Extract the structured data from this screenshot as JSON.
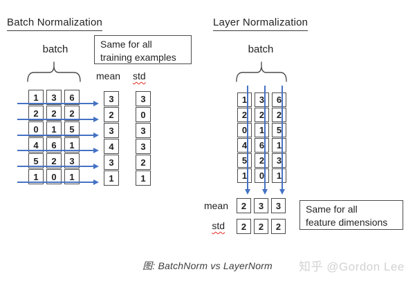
{
  "colors": {
    "arrow_blue": "#4472c4",
    "squiggle_red": "#e0281e",
    "border_gray": "#4a4a4a",
    "watermark_gray": "#d2d2d2"
  },
  "left": {
    "title": "Batch Normalization",
    "batch_label": "batch",
    "note_line1": "Same for all",
    "note_line2": "training examples",
    "mean_label": "mean",
    "std_label": "std",
    "matrix": [
      [
        1,
        3,
        6
      ],
      [
        2,
        2,
        2
      ],
      [
        0,
        1,
        5
      ],
      [
        4,
        6,
        1
      ],
      [
        5,
        2,
        3
      ],
      [
        1,
        0,
        1
      ]
    ],
    "mean": [
      3,
      2,
      3,
      4,
      3,
      1
    ],
    "std": [
      3,
      0,
      3,
      3,
      2,
      1
    ]
  },
  "right": {
    "title": "Layer Normalization",
    "batch_label": "batch",
    "note_line1": "Same for all",
    "note_line2": "feature dimensions",
    "mean_label": "mean",
    "std_label": "std",
    "matrix": [
      [
        1,
        3,
        6
      ],
      [
        2,
        2,
        2
      ],
      [
        0,
        1,
        5
      ],
      [
        4,
        6,
        1
      ],
      [
        5,
        2,
        3
      ],
      [
        1,
        0,
        1
      ]
    ],
    "mean": [
      2,
      3,
      3
    ],
    "std": [
      2,
      2,
      2
    ]
  },
  "caption": "图: BatchNorm vs LayerNorm",
  "watermark": "知乎 @Gordon Lee"
}
